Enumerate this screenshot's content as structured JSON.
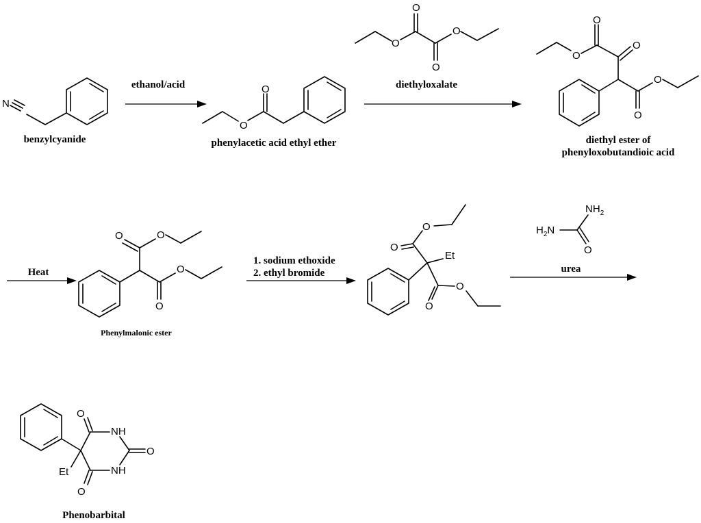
{
  "atoms": {
    "O": "O",
    "N": "N",
    "NH": "NH",
    "H": "H",
    "Et": "Et",
    "sub2": "2"
  },
  "compounds": {
    "benzylcyanide": "benzylcyanide",
    "ester": "phenylacetic acid ethyl ether",
    "oxalate": "diethyloxalate",
    "oxobutan_1": "diethyl ester of",
    "oxobutan_2": "phenyloxobutandioic acid",
    "malonic": "Phenylmalonic ester",
    "final": "Phenobarbital"
  },
  "reagents": {
    "step1": "ethanol/acid",
    "step3": "Heat",
    "step4_1": "1. sodium ethoxide",
    "step4_2": "2. ethyl bromide",
    "step5": "urea"
  }
}
